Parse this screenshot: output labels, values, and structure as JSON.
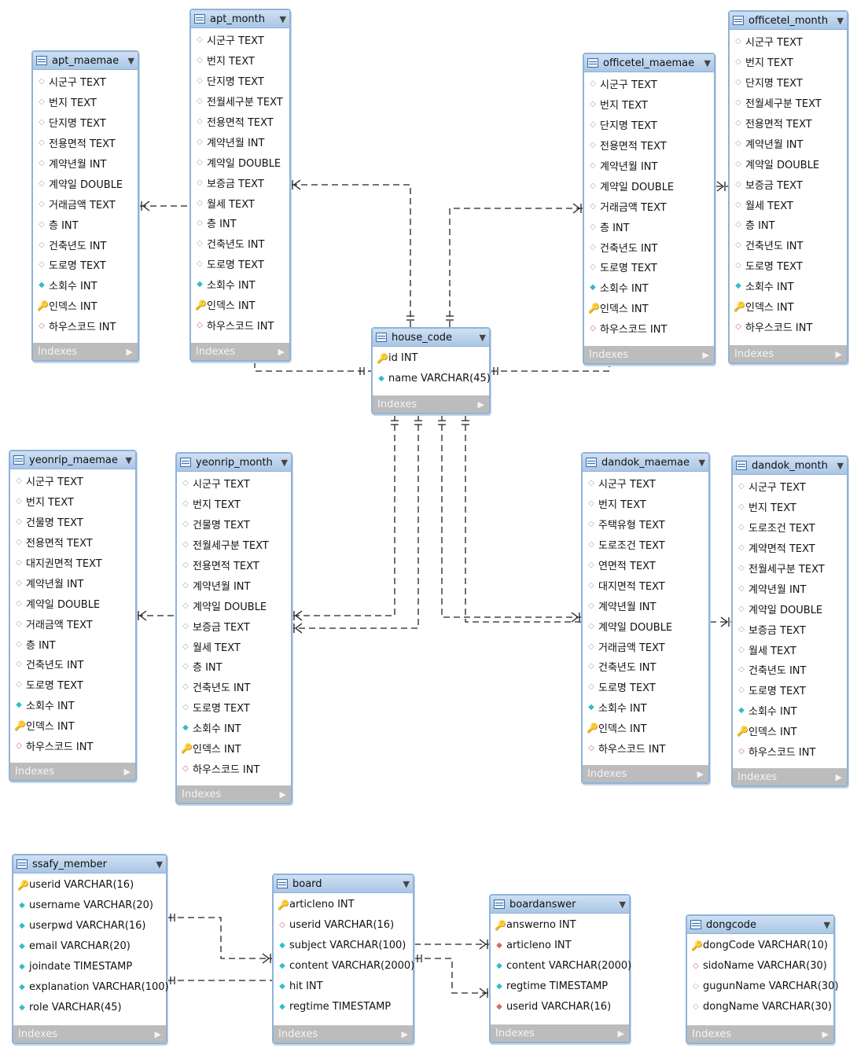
{
  "tables": [
    {
      "id": "apt_maemae",
      "name": "apt_maemae",
      "columns": [
        {
          "text": "시군구 TEXT",
          "icon": "column-icon"
        },
        {
          "text": "번지 TEXT",
          "icon": "column-icon"
        },
        {
          "text": "단지명 TEXT",
          "icon": "column-icon"
        },
        {
          "text": "전용면적 TEXT",
          "icon": "column-icon"
        },
        {
          "text": "계약년월 INT",
          "icon": "column-icon"
        },
        {
          "text": "계약일 DOUBLE",
          "icon": "column-icon"
        },
        {
          "text": "거래금액 TEXT",
          "icon": "column-icon"
        },
        {
          "text": "층 INT",
          "icon": "column-icon"
        },
        {
          "text": "건축년도 INT",
          "icon": "column-icon"
        },
        {
          "text": "도로명 TEXT",
          "icon": "column-icon"
        },
        {
          "text": "소회수 INT",
          "icon": "not-null-icon"
        },
        {
          "text": "인덱스 INT",
          "icon": "primary-key-icon"
        },
        {
          "text": "하우스코드 INT",
          "icon": "foreign-key-icon"
        }
      ],
      "footer": "Indexes"
    },
    {
      "id": "apt_month",
      "name": "apt_month",
      "columns": [
        {
          "text": "시군구 TEXT",
          "icon": "column-icon"
        },
        {
          "text": "번지 TEXT",
          "icon": "column-icon"
        },
        {
          "text": "단지명 TEXT",
          "icon": "column-icon"
        },
        {
          "text": "전월세구분 TEXT",
          "icon": "column-icon"
        },
        {
          "text": "전용면적 TEXT",
          "icon": "column-icon"
        },
        {
          "text": "계약년월 INT",
          "icon": "column-icon"
        },
        {
          "text": "계약일 DOUBLE",
          "icon": "column-icon"
        },
        {
          "text": "보증금 TEXT",
          "icon": "column-icon"
        },
        {
          "text": "월세 TEXT",
          "icon": "column-icon"
        },
        {
          "text": "층 INT",
          "icon": "column-icon"
        },
        {
          "text": "건축년도 INT",
          "icon": "column-icon"
        },
        {
          "text": "도로명 TEXT",
          "icon": "column-icon"
        },
        {
          "text": "소회수 INT",
          "icon": "not-null-icon"
        },
        {
          "text": "인덱스 INT",
          "icon": "primary-key-icon"
        },
        {
          "text": "하우스코드 INT",
          "icon": "foreign-key-icon"
        }
      ],
      "footer": "Indexes"
    },
    {
      "id": "officetel_maemae",
      "name": "officetel_maemae",
      "columns": [
        {
          "text": "시군구 TEXT",
          "icon": "column-icon"
        },
        {
          "text": "번지 TEXT",
          "icon": "column-icon"
        },
        {
          "text": "단지명 TEXT",
          "icon": "column-icon"
        },
        {
          "text": "전용면적 TEXT",
          "icon": "column-icon"
        },
        {
          "text": "계약년월 INT",
          "icon": "column-icon"
        },
        {
          "text": "계약일 DOUBLE",
          "icon": "column-icon"
        },
        {
          "text": "거래금액 TEXT",
          "icon": "column-icon"
        },
        {
          "text": "층 INT",
          "icon": "column-icon"
        },
        {
          "text": "건축년도 INT",
          "icon": "column-icon"
        },
        {
          "text": "도로명 TEXT",
          "icon": "column-icon"
        },
        {
          "text": "소회수 INT",
          "icon": "not-null-icon"
        },
        {
          "text": "인덱스 INT",
          "icon": "primary-key-icon"
        },
        {
          "text": "하우스코드 INT",
          "icon": "foreign-key-icon"
        }
      ],
      "footer": "Indexes"
    },
    {
      "id": "officetel_month",
      "name": "officetel_month",
      "columns": [
        {
          "text": "시군구 TEXT",
          "icon": "column-icon"
        },
        {
          "text": "번지 TEXT",
          "icon": "column-icon"
        },
        {
          "text": "단지명 TEXT",
          "icon": "column-icon"
        },
        {
          "text": "전월세구분 TEXT",
          "icon": "column-icon"
        },
        {
          "text": "전용면적 TEXT",
          "icon": "column-icon"
        },
        {
          "text": "계약년월 INT",
          "icon": "column-icon"
        },
        {
          "text": "계약일 DOUBLE",
          "icon": "column-icon"
        },
        {
          "text": "보증금 TEXT",
          "icon": "column-icon"
        },
        {
          "text": "월세 TEXT",
          "icon": "column-icon"
        },
        {
          "text": "층 INT",
          "icon": "column-icon"
        },
        {
          "text": "건축년도 INT",
          "icon": "column-icon"
        },
        {
          "text": "도로명 TEXT",
          "icon": "column-icon"
        },
        {
          "text": "소회수 INT",
          "icon": "not-null-icon"
        },
        {
          "text": "인덱스 INT",
          "icon": "primary-key-icon"
        },
        {
          "text": "하우스코드 INT",
          "icon": "foreign-key-icon"
        }
      ],
      "footer": "Indexes"
    },
    {
      "id": "house_code",
      "name": "house_code",
      "columns": [
        {
          "text": "id INT",
          "icon": "primary-key-icon"
        },
        {
          "text": "name VARCHAR(45)",
          "icon": "not-null-icon"
        }
      ],
      "footer": "Indexes"
    },
    {
      "id": "yeonrip_maemae",
      "name": "yeonrip_maemae",
      "columns": [
        {
          "text": "시군구 TEXT",
          "icon": "column-icon"
        },
        {
          "text": "번지 TEXT",
          "icon": "column-icon"
        },
        {
          "text": "건물명 TEXT",
          "icon": "column-icon"
        },
        {
          "text": "전용면적 TEXT",
          "icon": "column-icon"
        },
        {
          "text": "대지권면적 TEXT",
          "icon": "column-icon"
        },
        {
          "text": "계약년월 INT",
          "icon": "column-icon"
        },
        {
          "text": "계약일 DOUBLE",
          "icon": "column-icon"
        },
        {
          "text": "거래금액 TEXT",
          "icon": "column-icon"
        },
        {
          "text": "층 INT",
          "icon": "column-icon"
        },
        {
          "text": "건축년도 INT",
          "icon": "column-icon"
        },
        {
          "text": "도로명 TEXT",
          "icon": "column-icon"
        },
        {
          "text": "소회수 INT",
          "icon": "not-null-icon"
        },
        {
          "text": "인덱스 INT",
          "icon": "primary-key-icon"
        },
        {
          "text": "하우스코드 INT",
          "icon": "foreign-key-icon"
        }
      ],
      "footer": "Indexes"
    },
    {
      "id": "yeonrip_month",
      "name": "yeonrip_month",
      "columns": [
        {
          "text": "시군구 TEXT",
          "icon": "column-icon"
        },
        {
          "text": "번지 TEXT",
          "icon": "column-icon"
        },
        {
          "text": "건물명 TEXT",
          "icon": "column-icon"
        },
        {
          "text": "전월세구분 TEXT",
          "icon": "column-icon"
        },
        {
          "text": "전용면적 TEXT",
          "icon": "column-icon"
        },
        {
          "text": "계약년월 INT",
          "icon": "column-icon"
        },
        {
          "text": "계약일 DOUBLE",
          "icon": "column-icon"
        },
        {
          "text": "보증금 TEXT",
          "icon": "column-icon"
        },
        {
          "text": "월세 TEXT",
          "icon": "column-icon"
        },
        {
          "text": "층 INT",
          "icon": "column-icon"
        },
        {
          "text": "건축년도 INT",
          "icon": "column-icon"
        },
        {
          "text": "도로명 TEXT",
          "icon": "column-icon"
        },
        {
          "text": "소회수 INT",
          "icon": "not-null-icon"
        },
        {
          "text": "인덱스 INT",
          "icon": "primary-key-icon"
        },
        {
          "text": "하우스코드 INT",
          "icon": "foreign-key-icon"
        }
      ],
      "footer": "Indexes"
    },
    {
      "id": "dandok_maemae",
      "name": "dandok_maemae",
      "columns": [
        {
          "text": "시군구 TEXT",
          "icon": "column-icon"
        },
        {
          "text": "번지 TEXT",
          "icon": "column-icon"
        },
        {
          "text": "주택유형 TEXT",
          "icon": "column-icon"
        },
        {
          "text": "도로조건 TEXT",
          "icon": "column-icon"
        },
        {
          "text": "연면적 TEXT",
          "icon": "column-icon"
        },
        {
          "text": "대지면적 TEXT",
          "icon": "column-icon"
        },
        {
          "text": "계약년월 INT",
          "icon": "column-icon"
        },
        {
          "text": "계약일 DOUBLE",
          "icon": "column-icon"
        },
        {
          "text": "거래금액 TEXT",
          "icon": "column-icon"
        },
        {
          "text": "건축년도 INT",
          "icon": "column-icon"
        },
        {
          "text": "도로명 TEXT",
          "icon": "column-icon"
        },
        {
          "text": "소회수 INT",
          "icon": "not-null-icon"
        },
        {
          "text": "인덱스 INT",
          "icon": "primary-key-icon"
        },
        {
          "text": "하우스코드 INT",
          "icon": "foreign-key-icon"
        }
      ],
      "footer": "Indexes"
    },
    {
      "id": "dandok_month",
      "name": "dandok_month",
      "columns": [
        {
          "text": "시군구 TEXT",
          "icon": "column-icon"
        },
        {
          "text": "번지 TEXT",
          "icon": "column-icon"
        },
        {
          "text": "도로조건 TEXT",
          "icon": "column-icon"
        },
        {
          "text": "계약면적 TEXT",
          "icon": "column-icon"
        },
        {
          "text": "전월세구분 TEXT",
          "icon": "column-icon"
        },
        {
          "text": "계약년월 INT",
          "icon": "column-icon"
        },
        {
          "text": "계약일 DOUBLE",
          "icon": "column-icon"
        },
        {
          "text": "보증금 TEXT",
          "icon": "column-icon"
        },
        {
          "text": "월세 TEXT",
          "icon": "column-icon"
        },
        {
          "text": "건축년도 INT",
          "icon": "column-icon"
        },
        {
          "text": "도로명 TEXT",
          "icon": "column-icon"
        },
        {
          "text": "소회수 INT",
          "icon": "not-null-icon"
        },
        {
          "text": "인덱스 INT",
          "icon": "primary-key-icon"
        },
        {
          "text": "하우스코드 INT",
          "icon": "foreign-key-icon"
        }
      ],
      "footer": "Indexes"
    },
    {
      "id": "ssafy_member",
      "name": "ssafy_member",
      "columns": [
        {
          "text": "userid VARCHAR(16)",
          "icon": "primary-key-icon"
        },
        {
          "text": "username VARCHAR(20)",
          "icon": "not-null-icon"
        },
        {
          "text": "userpwd VARCHAR(16)",
          "icon": "not-null-icon"
        },
        {
          "text": "email VARCHAR(20)",
          "icon": "not-null-icon"
        },
        {
          "text": "joindate TIMESTAMP",
          "icon": "not-null-icon"
        },
        {
          "text": "explanation VARCHAR(100)",
          "icon": "not-null-icon"
        },
        {
          "text": "role VARCHAR(45)",
          "icon": "not-null-icon"
        }
      ],
      "footer": "Indexes"
    },
    {
      "id": "board",
      "name": "board",
      "columns": [
        {
          "text": "articleno INT",
          "icon": "primary-key-icon"
        },
        {
          "text": "userid VARCHAR(16)",
          "icon": "foreign-key-icon"
        },
        {
          "text": "subject VARCHAR(100)",
          "icon": "not-null-icon"
        },
        {
          "text": "content VARCHAR(2000)",
          "icon": "not-null-icon"
        },
        {
          "text": "hit INT",
          "icon": "not-null-icon"
        },
        {
          "text": "regtime TIMESTAMP",
          "icon": "not-null-icon"
        }
      ],
      "footer": "Indexes"
    },
    {
      "id": "boardanswer",
      "name": "boardanswer",
      "columns": [
        {
          "text": "answerno INT",
          "icon": "primary-key-icon"
        },
        {
          "text": "articleno INT",
          "icon": "foreign-key-not-null-icon"
        },
        {
          "text": "content VARCHAR(2000)",
          "icon": "not-null-icon"
        },
        {
          "text": "regtime TIMESTAMP",
          "icon": "not-null-icon"
        },
        {
          "text": "userid VARCHAR(16)",
          "icon": "foreign-key-not-null-icon"
        }
      ],
      "footer": "Indexes"
    },
    {
      "id": "dongcode",
      "name": "dongcode",
      "columns": [
        {
          "text": "dongCode VARCHAR(10)",
          "icon": "primary-key-icon"
        },
        {
          "text": "sidoName VARCHAR(30)",
          "icon": "foreign-key-icon"
        },
        {
          "text": "gugunName VARCHAR(30)",
          "icon": "column-icon"
        },
        {
          "text": "dongName VARCHAR(30)",
          "icon": "column-icon"
        }
      ],
      "footer": "Indexes"
    }
  ],
  "relationships": [
    {
      "from": "apt_month",
      "to": "apt_maemae",
      "notation": "crow-foot"
    },
    {
      "from": "house_code",
      "to": "apt_month",
      "notation": "one-to-many"
    },
    {
      "from": "house_code",
      "to": "officetel_maemae",
      "notation": "one-to-many"
    },
    {
      "from": "house_code",
      "to": "yeonrip_maemae",
      "notation": "one-to-many"
    },
    {
      "from": "house_code",
      "to": "yeonrip_month",
      "notation": "one-to-many"
    },
    {
      "from": "house_code",
      "to": "dandok_maemae",
      "notation": "one-to-many"
    },
    {
      "from": "ssafy_member",
      "to": "board",
      "notation": "one-to-many"
    },
    {
      "from": "board",
      "to": "boardanswer",
      "notation": "one-to-many"
    }
  ]
}
